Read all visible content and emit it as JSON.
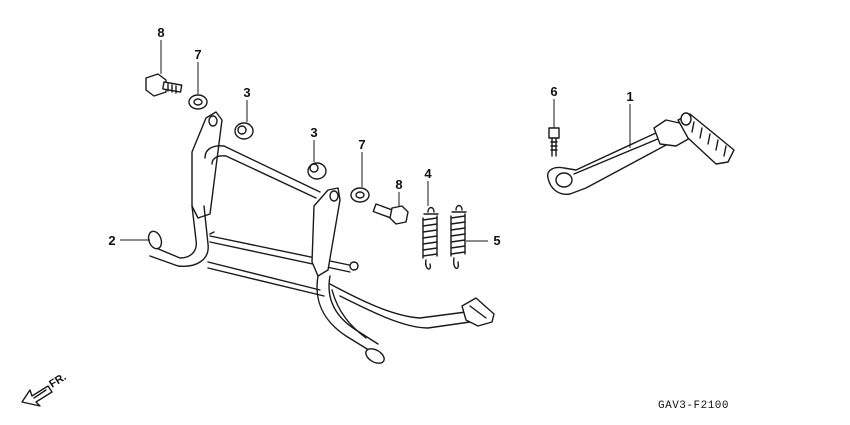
{
  "callouts": {
    "c1": "1",
    "c2": "2",
    "c3a": "3",
    "c3b": "3",
    "c4": "4",
    "c5": "5",
    "c6": "6",
    "c7a": "7",
    "c7b": "7",
    "c8a": "8",
    "c8b": "8"
  },
  "direction_label": "FR.",
  "diagram_code": "GAV3-F2100"
}
